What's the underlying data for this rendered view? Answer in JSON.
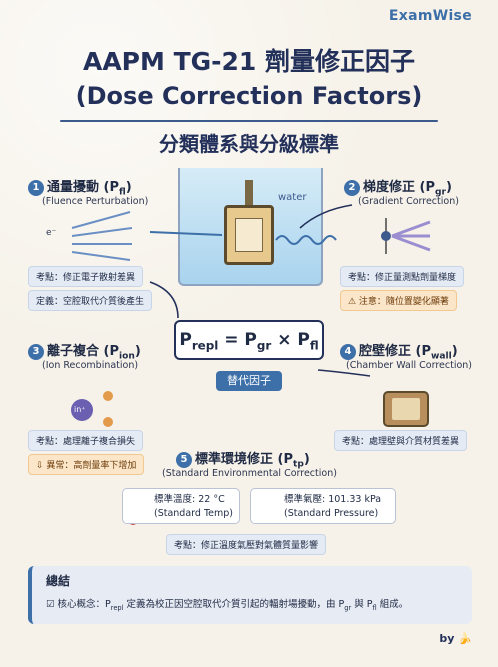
{
  "brand": "ExamWise",
  "title_line1": "AAPM TG-21 劑量修正因子",
  "title_line2": "(Dose Correction Factors)",
  "subtitle": "分類體系與分級標準",
  "tank": {
    "water_label": "water"
  },
  "sections": {
    "pfl": {
      "number": "1",
      "title": "通量擾動 (P",
      "subscript": "fl",
      "title_end": ")",
      "english": "(Fluence Perturbation)",
      "point": "考點：修正電子散射差異",
      "definition": "定義：空腔取代介質後產生",
      "electron": "e⁻"
    },
    "pgr": {
      "number": "2",
      "title": "梯度修正 (P",
      "subscript": "gr",
      "title_end": ")",
      "english": "(Gradient Correction)",
      "point": "考點：修正量測點劑量梯度",
      "warning": "⚠ 注意：隨位置變化顯著"
    },
    "pion": {
      "number": "3",
      "title": "離子複合 (P",
      "subscript": "ion",
      "title_end": ")",
      "english": "(Ion Recombination)",
      "point": "考點：處理離子複合損失",
      "anomaly": "⇩ 異常：高劑量率下增加",
      "ion_plus": "in⁺"
    },
    "pwall": {
      "number": "4",
      "title": "腔壁修正 (P",
      "subscript": "wall",
      "title_end": ")",
      "english": "(Chamber Wall Correction)",
      "point": "考點：處理壁與介質材質差異"
    },
    "ptp": {
      "number": "5",
      "title": "標準環境修正 (P",
      "subscript": "tp",
      "title_end": ")",
      "english": "(Standard Environmental Correction)",
      "temp_value": "標準溫度: 22 °C",
      "temp_english": "(Standard Temp)",
      "pressure_value": "標準氣壓: 101.33 kPa",
      "pressure_english": "(Standard Pressure)",
      "point": "考點：修正溫度氣壓對氣體質量影響"
    }
  },
  "formula": {
    "lhs": "P",
    "lhs_sub": "repl",
    "eq": " = P",
    "gr_sub": "gr",
    "times": " × P",
    "fl_sub": "fl"
  },
  "substitute_label": "替代因子",
  "summary": {
    "title": "總結",
    "text_a": "☑ 核心概念：P",
    "text_sub1": "repl",
    "text_b": " 定義為校正因空腔取代介質引起的輻射場擾動，由 P",
    "text_sub2": "gr",
    "text_c": " 與 P",
    "text_sub3": "fl",
    "text_d": " 組成。"
  },
  "byline": "by 🍌"
}
